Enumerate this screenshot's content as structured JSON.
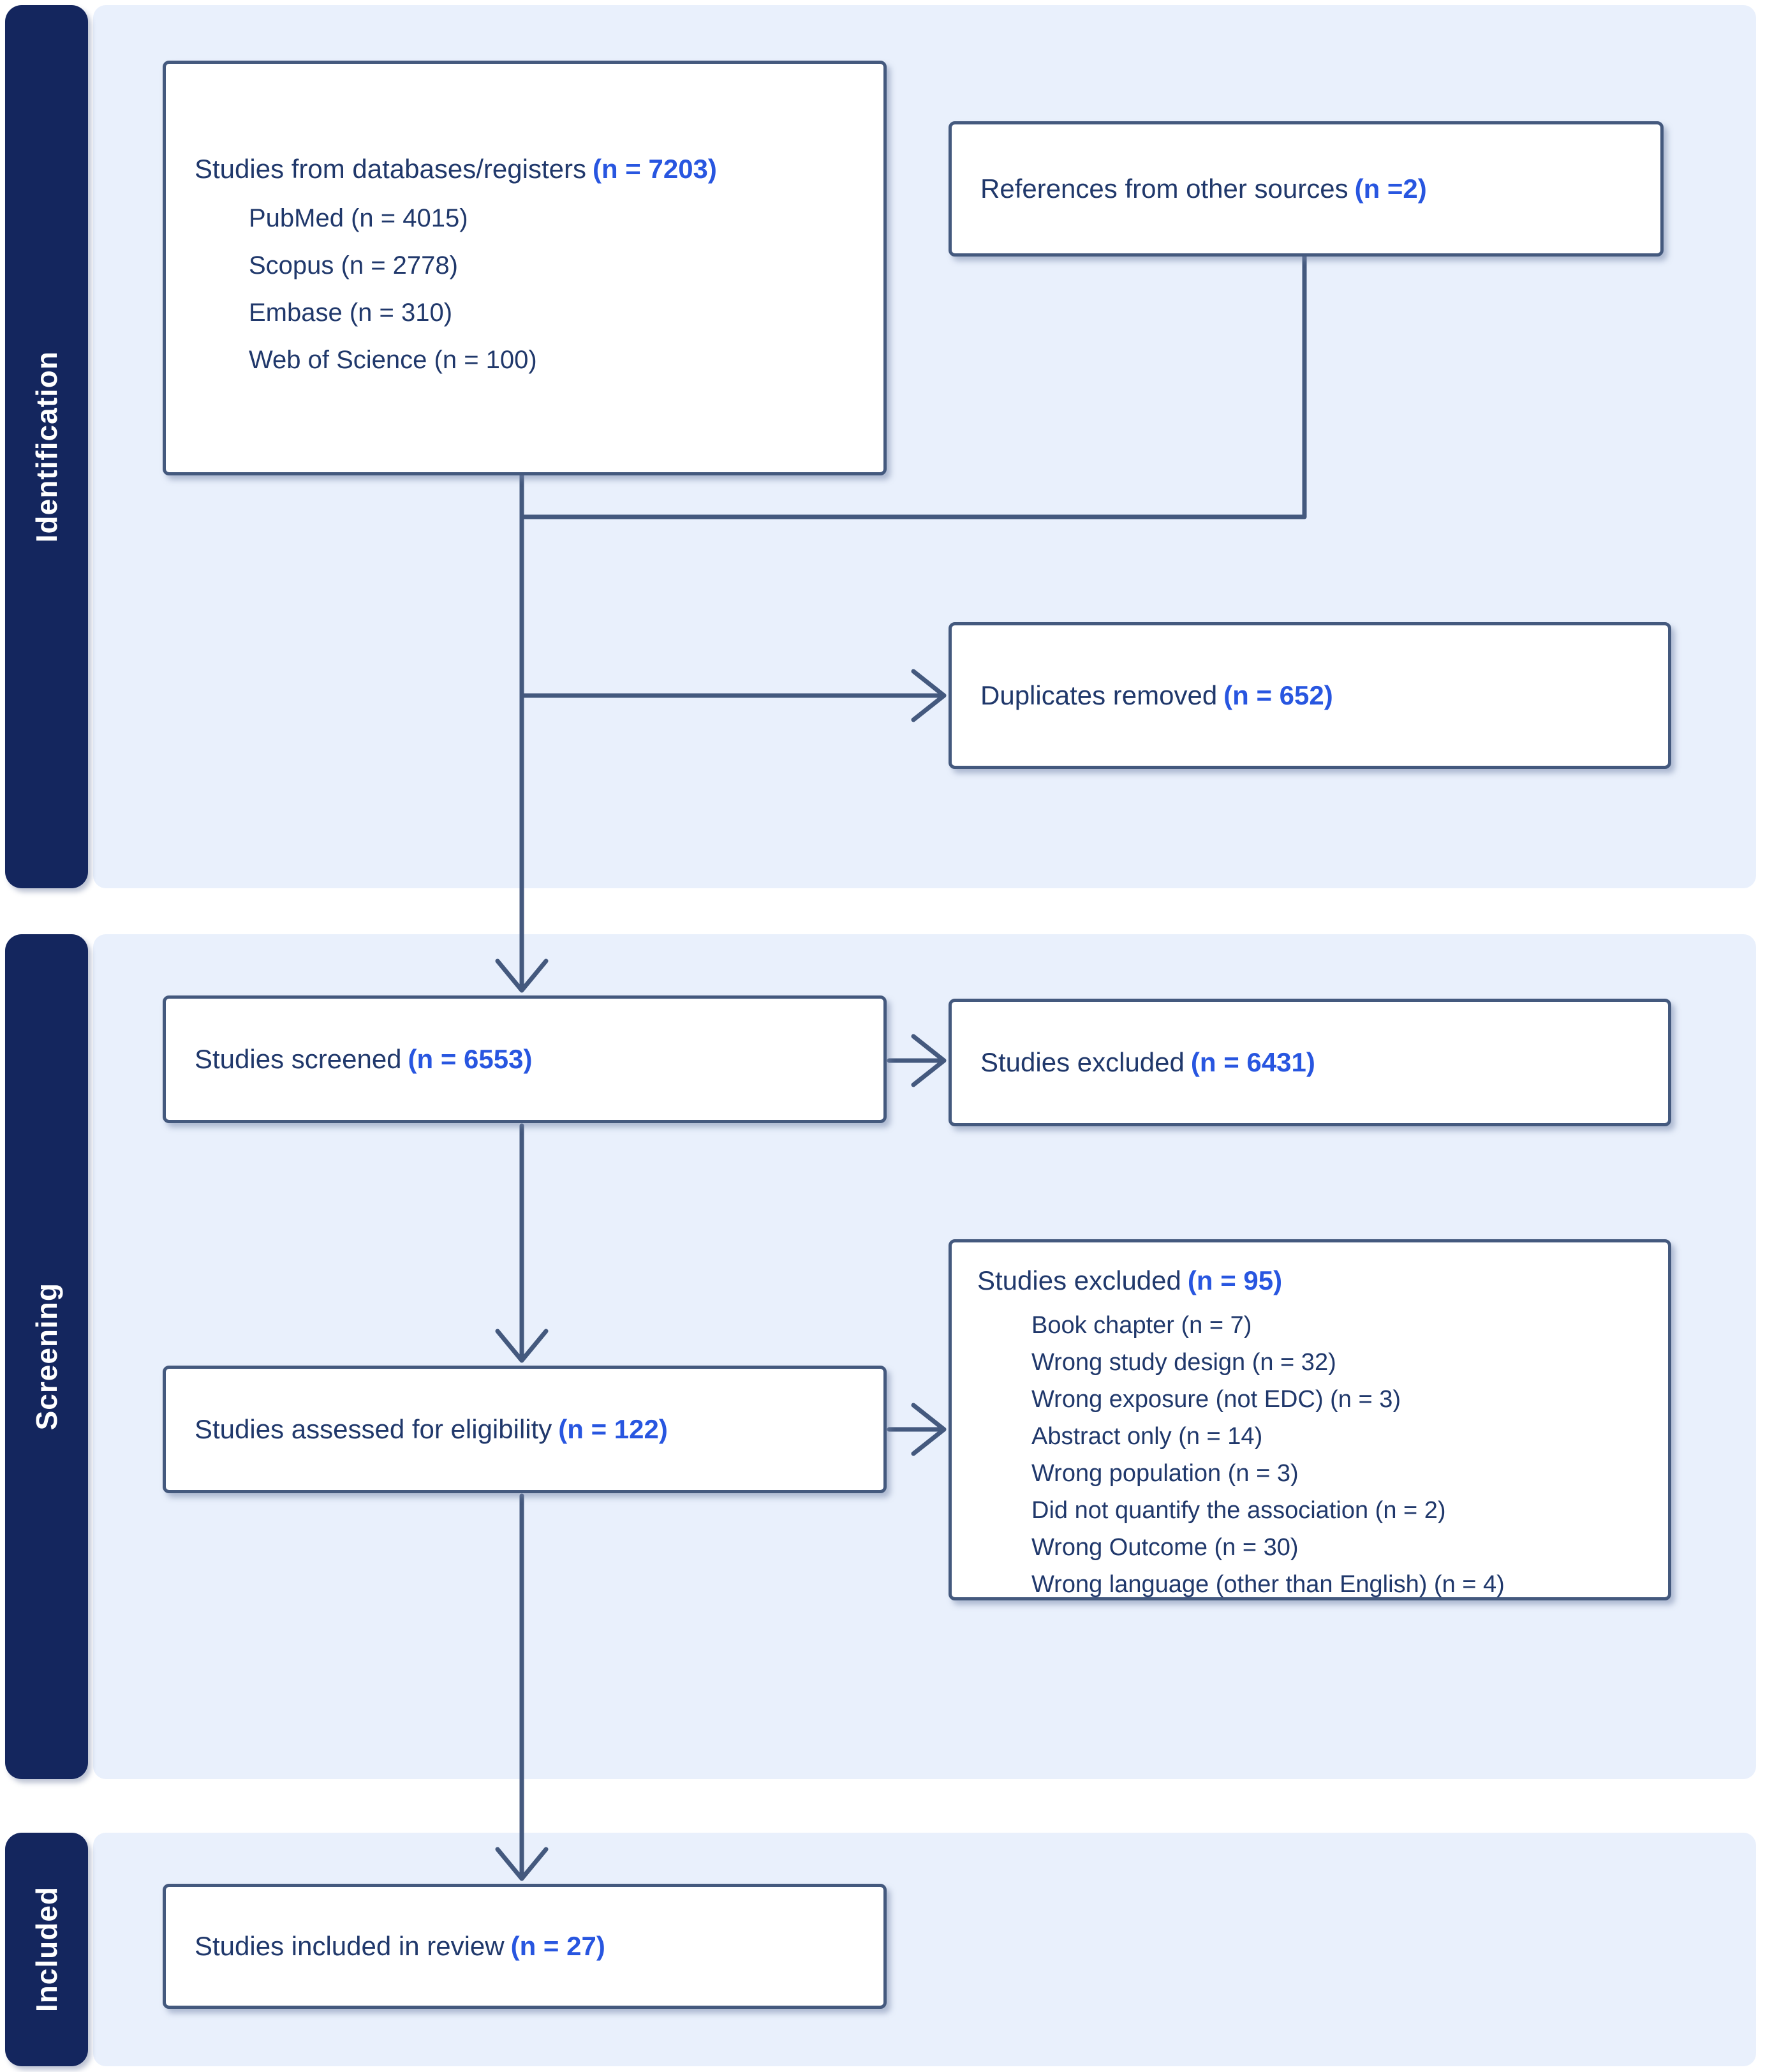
{
  "diagram": {
    "title": "PRISMA flow diagram",
    "colors": {
      "sidebar": "#14265e",
      "panel": "#e9f0fc",
      "line": "#44597e",
      "text": "#20386b",
      "accent": "#2856e0"
    },
    "sections": [
      {
        "label": "Identification"
      },
      {
        "label": "Screening"
      },
      {
        "label": "Included"
      }
    ],
    "boxes": {
      "databases": {
        "label": "Studies from databases/registers",
        "count": "(n = 7203)",
        "sources": [
          "PubMed (n = 4015)",
          "Scopus (n = 2778)",
          "Embase (n = 310)",
          "Web of Science (n = 100)"
        ]
      },
      "other_sources": {
        "label": "References from other sources",
        "count": "(n =2)"
      },
      "duplicates": {
        "label": "Duplicates removed",
        "count": "(n = 652)"
      },
      "screened": {
        "label": "Studies screened",
        "count": "(n = 6553)"
      },
      "excluded_screening": {
        "label": "Studies excluded",
        "count": "(n = 6431)"
      },
      "assessed": {
        "label": "Studies assessed for eligibility",
        "count": "(n = 122)"
      },
      "excluded_eligibility": {
        "label": "Studies excluded",
        "count": "(n = 95)",
        "reasons": [
          "Book chapter (n = 7)",
          "Wrong study design (n = 32)",
          "Wrong exposure (not EDC) (n = 3)",
          "Abstract only (n = 14)",
          "Wrong population (n = 3)",
          "Did not quantify the association (n = 2)",
          "Wrong Outcome (n = 30)",
          "Wrong language (other than English) (n = 4)"
        ]
      },
      "included": {
        "label": "Studies included in review",
        "count": "(n = 27)"
      }
    }
  }
}
